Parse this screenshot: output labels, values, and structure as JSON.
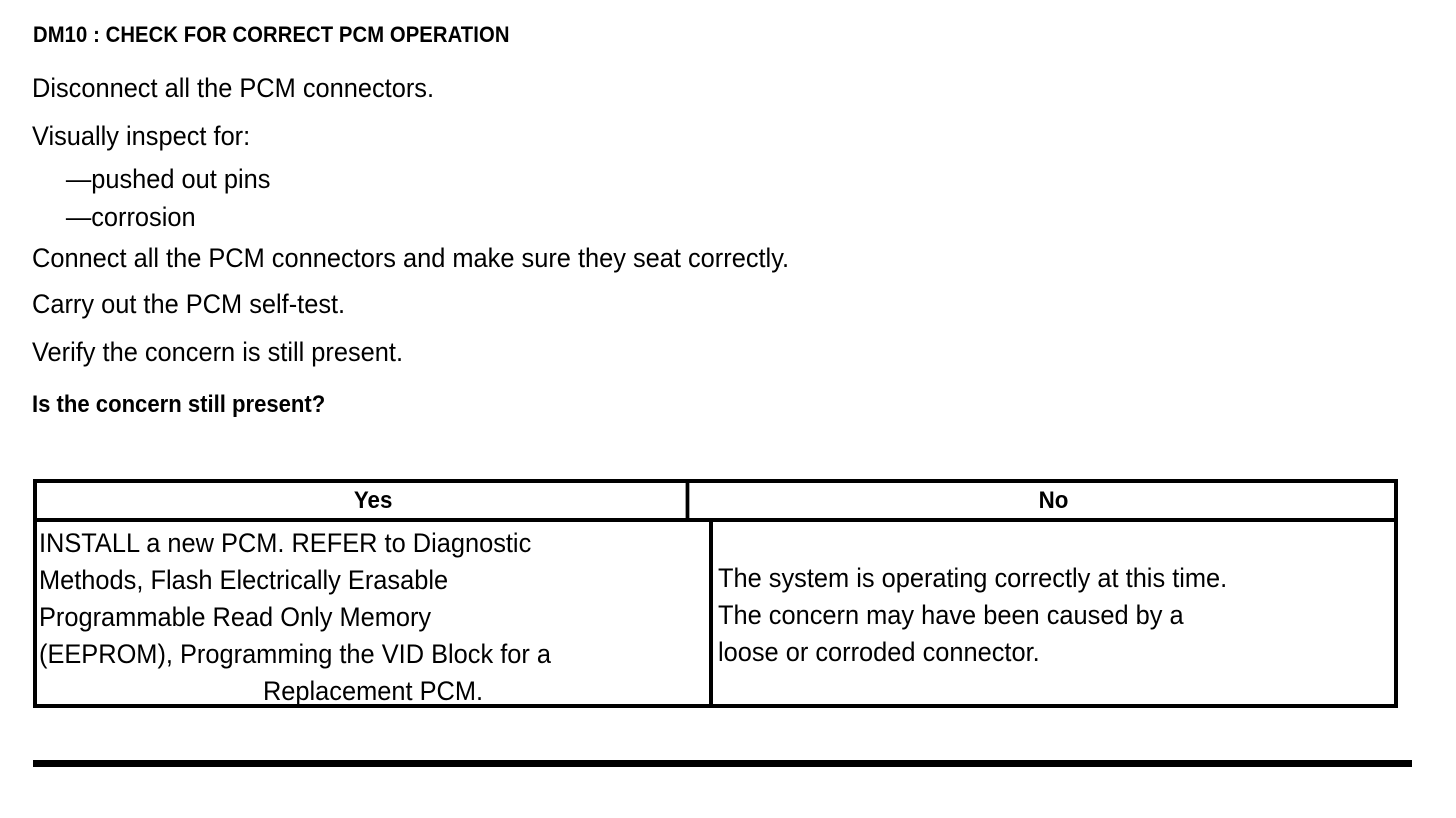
{
  "document": {
    "step_heading": "DM10 : CHECK FOR CORRECT PCM OPERATION",
    "procedure_lines": [
      "Disconnect all the PCM connectors.",
      "Visually inspect for:",
      "—pushed out pins",
      "—corrosion",
      "Connect all the PCM connectors and make sure they seat correctly.",
      "Carry out the PCM self-test.",
      "Verify the concern is still present."
    ],
    "question": "Is the concern still present?"
  },
  "decision_table": {
    "headers": {
      "yes": "Yes",
      "no": "No"
    },
    "yes_cell_lines": [
      "INSTALL a new PCM. REFER to Diagnostic",
      "Methods, Flash Electrically Erasable",
      "Programmable Read Only Memory",
      "(EEPROM), Programming the VID Block for a",
      "Replacement PCM."
    ],
    "no_cell_lines": [
      "The system is operating correctly at this time.",
      "The concern may have been caused by a",
      "loose or corroded connector."
    ]
  },
  "colors": {
    "ink": "#000000",
    "paper": "#ffffff"
  }
}
